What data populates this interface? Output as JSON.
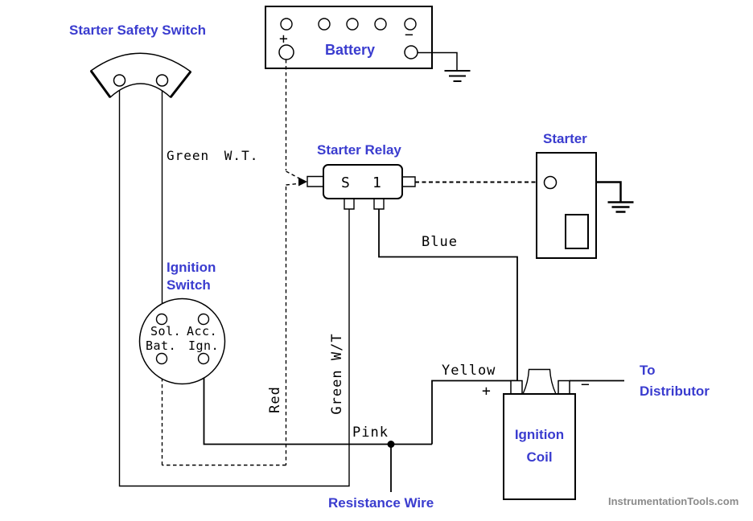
{
  "colors": {
    "label-blue": "#3a3ccf",
    "line-black": "#000000",
    "watermark-gray": "#8b8b8b"
  },
  "labels": {
    "starter_safety_switch": "Starter Safety Switch",
    "battery": "Battery",
    "battery_plus": "+",
    "battery_minus": "−",
    "starter_relay": "Starter Relay",
    "relay_terminal_s": "S",
    "relay_terminal_1": "1",
    "starter": "Starter",
    "ignition_switch_line1": "Ignition",
    "ignition_switch_line2": "Switch",
    "terminal_sol": "Sol.",
    "terminal_acc": "Acc.",
    "terminal_bat": "Bat.",
    "terminal_ign": "Ign.",
    "ignition_coil_line1": "Ignition",
    "ignition_coil_line2": "Coil",
    "coil_plus": "+",
    "coil_minus": "−",
    "to_distributor_line1": "To",
    "to_distributor_line2": "Distributor",
    "resistance_wire": "Resistance Wire",
    "watermark": "InstrumentationTools.com"
  },
  "wire_labels": {
    "green_wt": "Green W.T.",
    "red": "Red",
    "green_wt_vertical": "Green W/T",
    "blue": "Blue",
    "yellow": "Yellow",
    "pink": "Pink"
  }
}
